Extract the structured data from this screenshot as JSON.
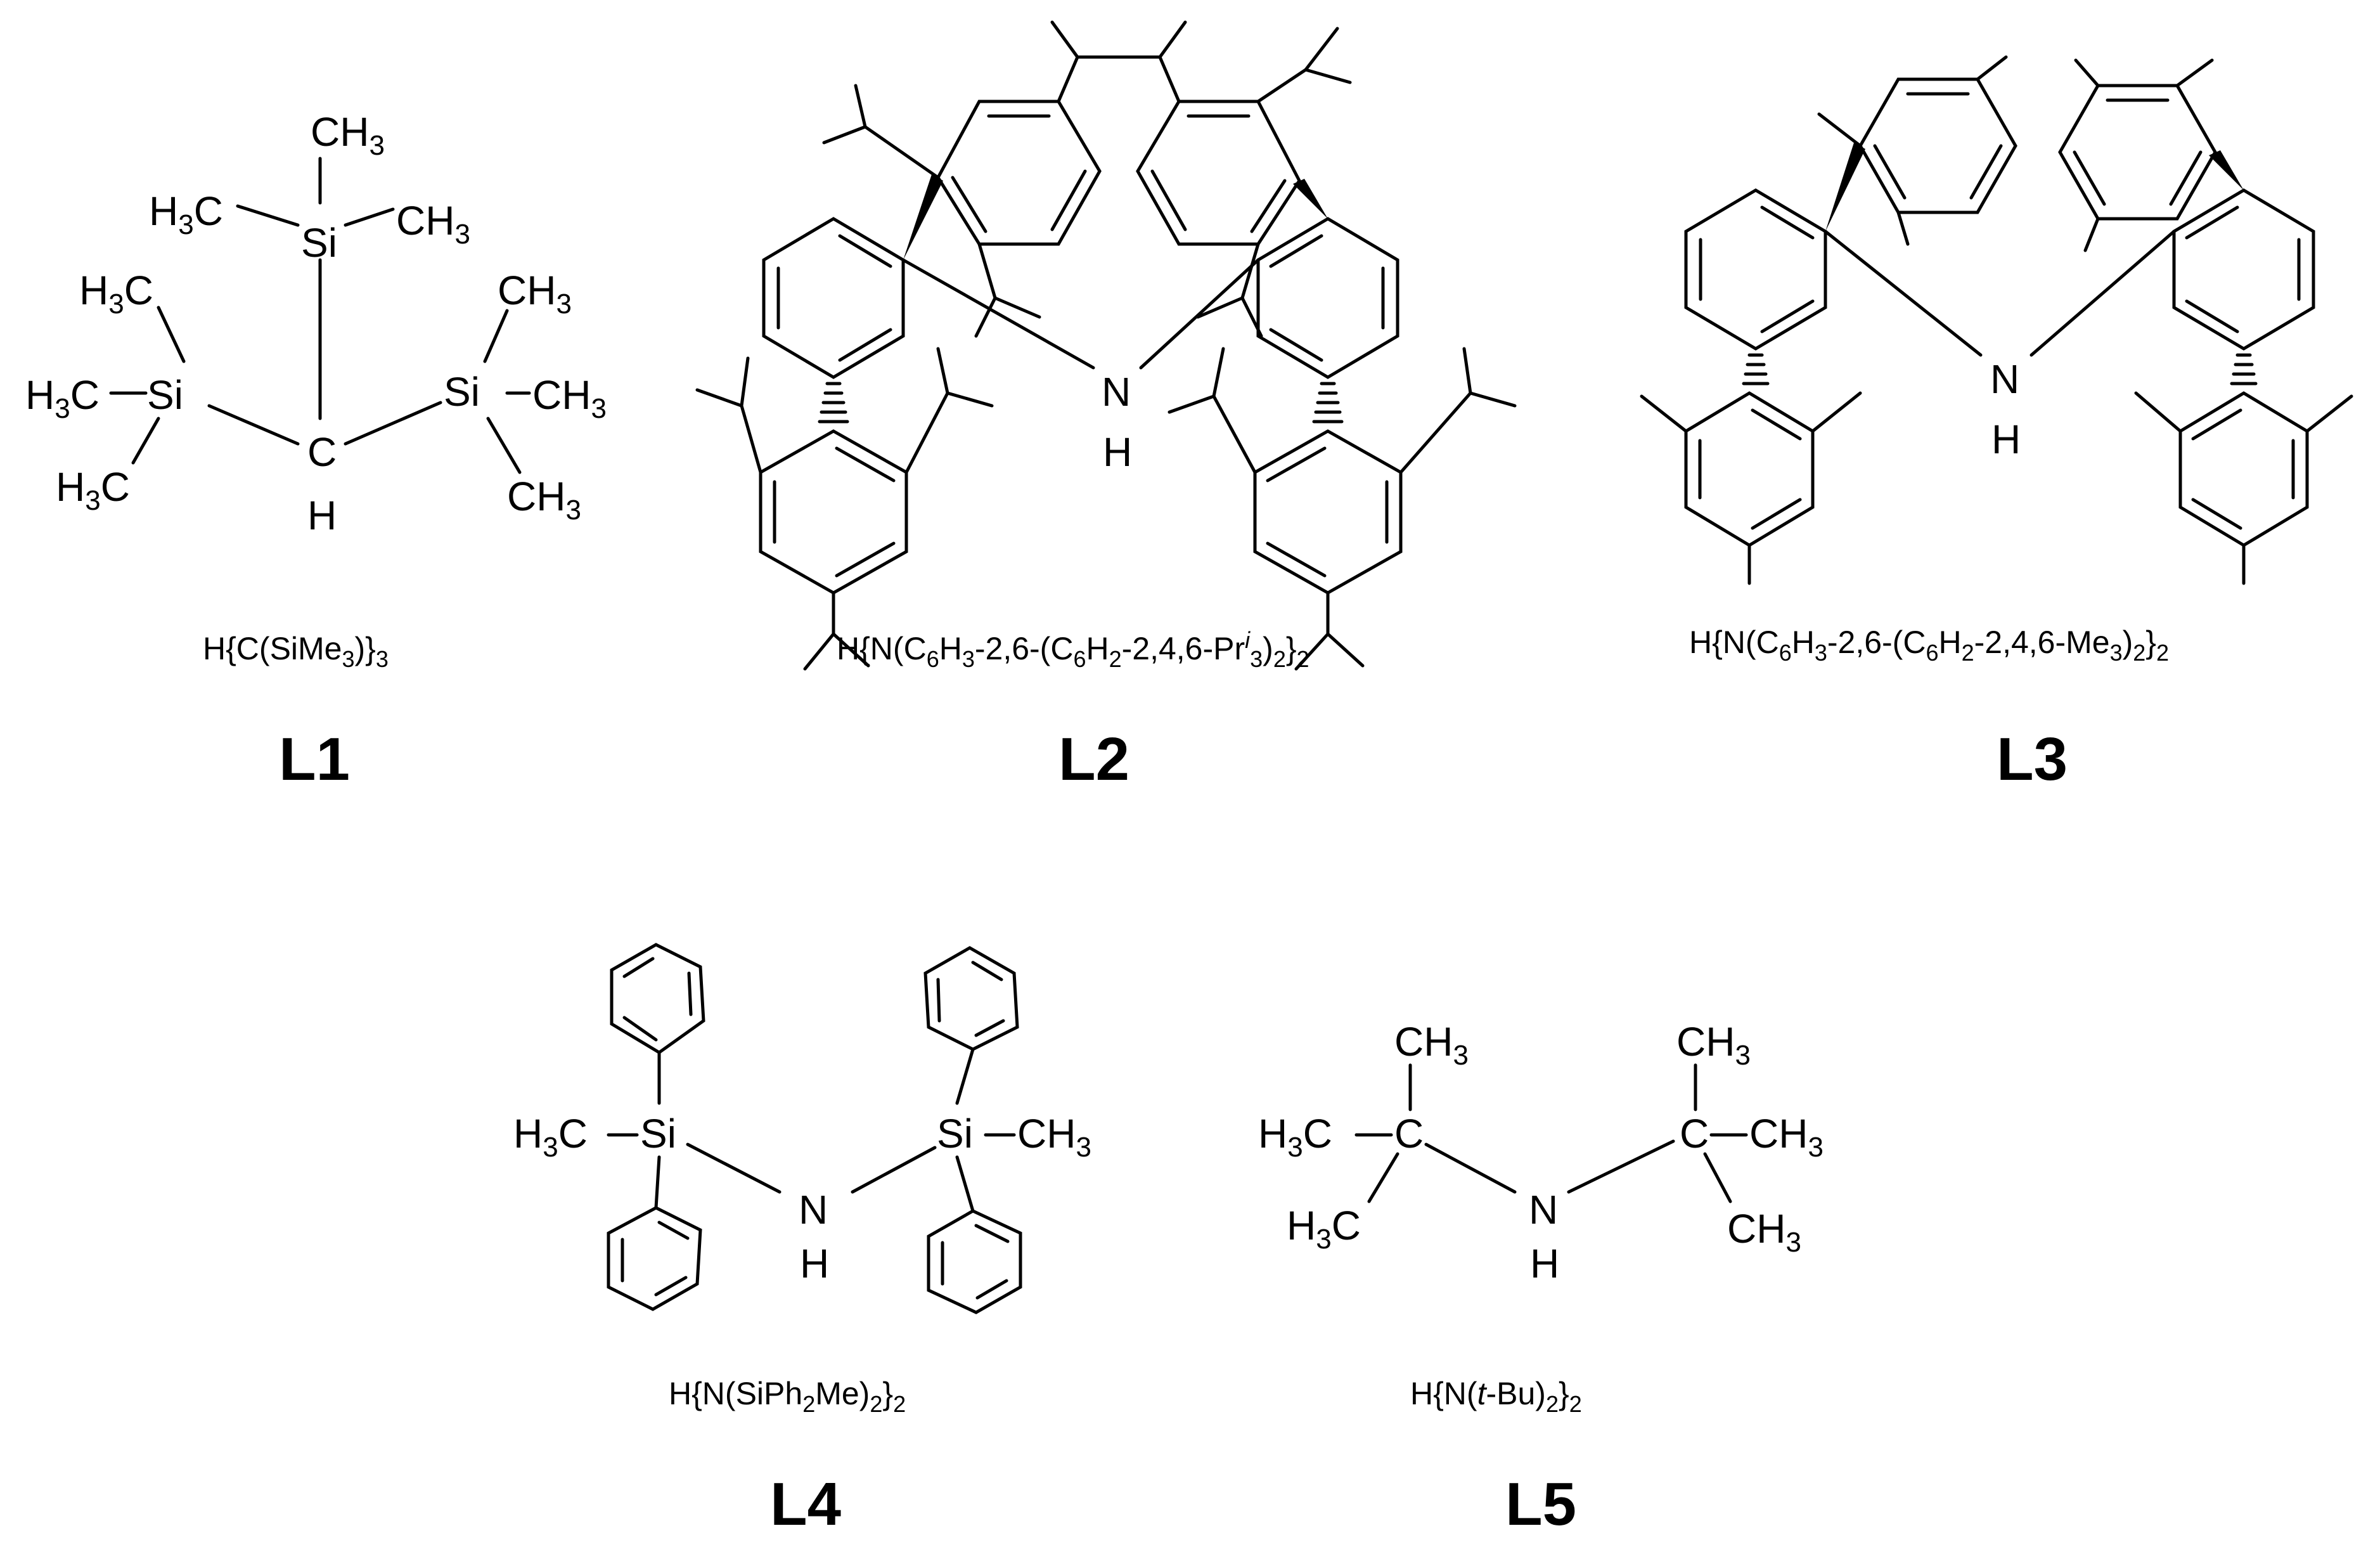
{
  "structures": [
    {
      "id": "L1",
      "label": "L1",
      "formula": [
        "H{C(SiMe",
        "3",
        ")}",
        "3",
        ""
      ],
      "atoms": {
        "si_top": "Si",
        "si_left": "Si",
        "si_right": "Si",
        "c_center": "C",
        "h_center": "H",
        "ch3": "CH",
        "h3c": "H",
        "c_after_h3": "C",
        "sub3": "3"
      }
    },
    {
      "id": "L2",
      "label": "L2",
      "formula": [
        "H{N(C",
        "6",
        "H",
        "3",
        "-2,6-(C",
        "6",
        "H",
        "2",
        "-2,4,6-Pr",
        "i",
        "3",
        ")",
        "2",
        "}",
        "2"
      ],
      "atoms": {
        "n": "N",
        "h": "H"
      }
    },
    {
      "id": "L3",
      "label": "L3",
      "formula": [
        "H{N(C",
        "6",
        "H",
        "3",
        "-2,6-(C",
        "6",
        "H",
        "2",
        "-2,4,6-Me",
        "3",
        ")",
        "2",
        "}",
        "2"
      ],
      "atoms": {
        "n": "N",
        "h": "H"
      }
    },
    {
      "id": "L4",
      "label": "L4",
      "formula": [
        "H{N(SiPh",
        "2",
        "Me)",
        "2",
        "}",
        "2"
      ],
      "atoms": {
        "si": "Si",
        "n": "N",
        "h": "H"
      }
    },
    {
      "id": "L5",
      "label": "L5",
      "formula": [
        "H{N(",
        "t",
        "-Bu)",
        "2",
        "}",
        "2"
      ],
      "atoms": {
        "c": "C",
        "n": "N",
        "h": "H"
      }
    }
  ]
}
